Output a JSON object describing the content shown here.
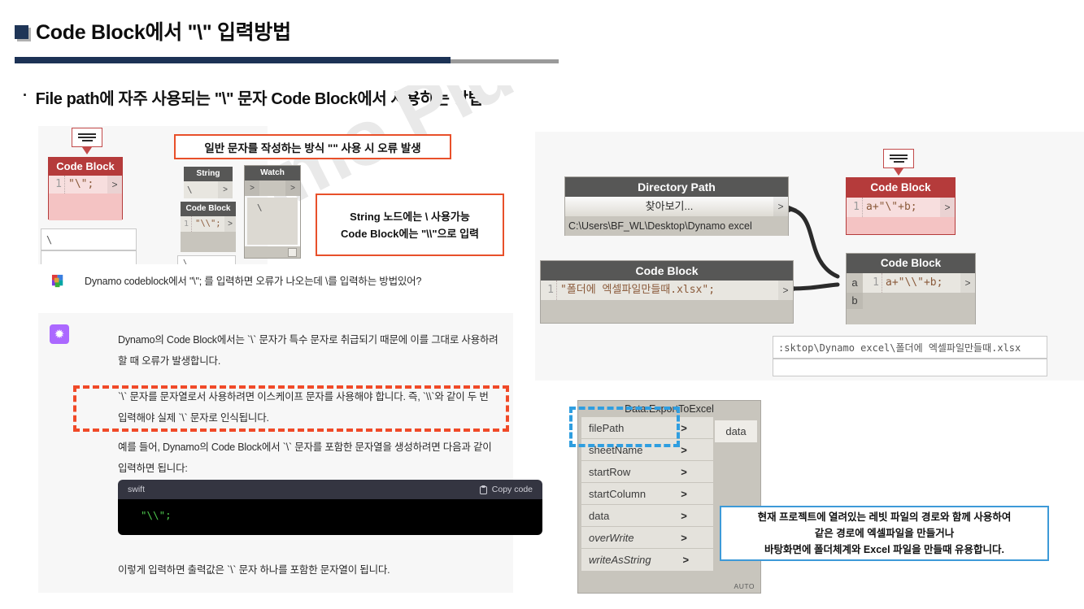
{
  "slide": {
    "title": "Code Block에서 \"\\\" 입력방법",
    "bullet_char": "·",
    "subtitle": "File path에 자주 사용되는 \"\\\" 문자 Code Block에서 사용하는 방법",
    "watermark": "Dynamo Plus – Andy Woohol"
  },
  "left_demo": {
    "codeblock_error": {
      "title": "Code Block",
      "line_no": "1",
      "code": "\"\\\";",
      "port": ">"
    },
    "preview_value": "\\",
    "annotation_top": "일반 문자를 작성하는 방식 \"\" 사용 시 오류 발생",
    "annotation_right_line1": "String 노드에는 \\ 사용가능",
    "annotation_right_line2": "Code Block에는 \"\\\\\"으로 입력",
    "string_node": {
      "title": "String",
      "value": "\\",
      "port": ">"
    },
    "watch_node": {
      "title": "Watch",
      "in_port": ">",
      "out_port": ">",
      "value": "\\"
    },
    "codeblock_ok": {
      "title": "Code Block",
      "line_no": "1",
      "code": "\"\\\\\";",
      "port": ">"
    },
    "small_output": "\\"
  },
  "chat": {
    "user": {
      "avatar_name": "dynamo-logo-avatar",
      "message": "Dynamo codeblock에서 \"\\\"; 를 입력하면 오류가 나오는데 \\를 입력하는 방법있어?"
    },
    "assistant": {
      "avatar_glyph": "✹",
      "para1_line1": "Dynamo의 Code Block에서는 `\\` 문자가 특수 문자로 취급되기 때문에 이를 그대로 사용하려",
      "para1_line2": "할 때 오류가 발생합니다.",
      "para2_line1": "`\\` 문자를 문자열로서 사용하려면 이스케이프 문자를 사용해야 합니다. 즉, `\\\\`와 같이 두 번",
      "para2_line2": "입력해야 실제 `\\` 문자로 인식됩니다.",
      "para3_line1": "예를 들어, Dynamo의 Code Block에서 `\\` 문자를 포함한 문자열을 생성하려면 다음과 같이",
      "para3_line2": "입력하면 됩니다:",
      "code_lang": "swift",
      "copy_label": "Copy code",
      "copy_icon": "clipboard-icon",
      "code_body": "\"\\\\\";",
      "para4": "이렇게 입력하면 출력값은 `\\` 문자 하나를 포함한 문자열이 됩니다."
    }
  },
  "graph": {
    "directory_path": {
      "title": "Directory Path",
      "browse_label": "찾아보기...",
      "port": ">",
      "path_value": "C:\\Users\\BF_WL\\Desktop\\Dynamo excel"
    },
    "codeblock_filename": {
      "title": "Code Block",
      "line_no": "1",
      "code": "\"폴더에 엑셀파일만들때.xlsx\";",
      "port": ">"
    },
    "codeblock_bad": {
      "title": "Code Block",
      "line_no": "1",
      "code": "a+\"\\\"+b;",
      "port": ">"
    },
    "codeblock_good": {
      "title": "Code Block",
      "line_no": "1",
      "code": "a+\"\\\\\"+b;",
      "port": ">",
      "input_a": "a",
      "input_b": "b"
    },
    "result_value": ":sktop\\Dynamo excel\\폴더에 엑셀파일만들때.xlsx"
  },
  "export_node": {
    "title": "Data.ExportToExcel",
    "inputs": [
      {
        "label": "filePath",
        "arrow": ">",
        "italic": false
      },
      {
        "label": "sheetName",
        "arrow": ">",
        "italic": false
      },
      {
        "label": "startRow",
        "arrow": ">",
        "italic": false
      },
      {
        "label": "startColumn",
        "arrow": ">",
        "italic": false
      },
      {
        "label": "data",
        "arrow": ">",
        "italic": false
      },
      {
        "label": "overWrite",
        "arrow": ">",
        "italic": true
      },
      {
        "label": "writeAsString",
        "arrow": ">",
        "italic": true
      }
    ],
    "output_label": "data",
    "auto_label": "AUTO"
  },
  "blue_note": {
    "line1": "현재 프로젝트에 열려있는 레빗 파일의 경로와 함께 사용하여",
    "line2": "같은 경로에 엑셀파일을 만들거나",
    "line3": "바탕화면에 폴더체계와 Excel 파일을 만들때 유용합니다."
  },
  "colors": {
    "title_rule_dark": "#1c3255",
    "title_rule_grey": "#9a9a9a",
    "node_header": "#575756",
    "node_header_error": "#b53b3b",
    "annotation_red": "#e8502a",
    "highlight_dashed_red": "#f04a28",
    "highlight_dashed_blue": "#2f9ee0",
    "note_blue": "#3d9ad8",
    "assistant_avatar": "#ab68ff"
  }
}
